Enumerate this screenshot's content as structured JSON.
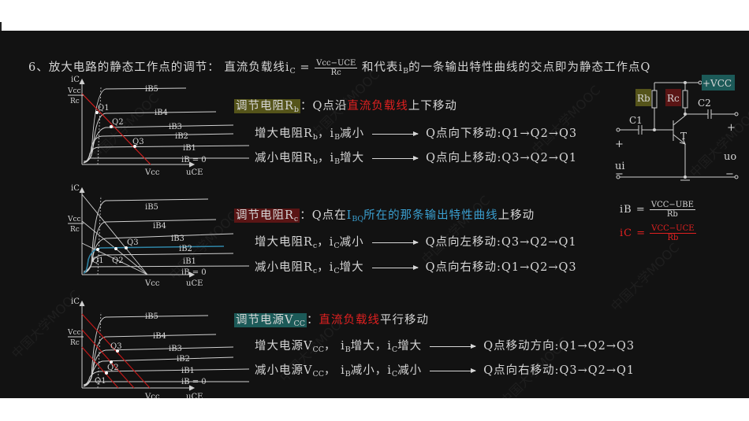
{
  "title": {
    "prefix": "6、放大电路的静态工作点的调节：  直流负载线",
    "ic_symbol": "i",
    "ic_sub": "C",
    "eq": " = ",
    "frac_num": "Vcc−UCE",
    "frac_den": "Rc",
    "mid": " 和代表",
    "ib_symbol": "i",
    "ib_sub": "B",
    "suffix": "的一条输出特性曲线的交点即为静态工作点Q"
  },
  "sections": [
    {
      "tag_text": "调节电阻R",
      "tag_sub": "b",
      "tag_color": "#55541a",
      "desc_prefix": "：Q点沿",
      "desc_highlight": "直流负载线",
      "desc_highlight_color": "#e02020",
      "desc_suffix": "上下移动",
      "rows": [
        {
          "cause": "增大电阻R",
          "cause_sub": "b",
          "cause_mid": "，i",
          "cause_mid_sub": "B",
          "cause_end": "减小",
          "effect": "Q点向下移动:",
          "sequence": "Q1→Q2→Q3"
        },
        {
          "cause": "减小电阻R",
          "cause_sub": "b",
          "cause_mid": "，i",
          "cause_mid_sub": "B",
          "cause_end": "增大",
          "effect": "Q点向上移动:",
          "sequence": "Q3→Q2→Q1"
        }
      ]
    },
    {
      "tag_text": "调节电阻R",
      "tag_sub": "c",
      "tag_color": "#5a1515",
      "desc_prefix": "：Q点在",
      "desc_highlight": "I",
      "desc_highlight_sub": "BQ",
      "desc_highlight2": "所在的那条输出特性曲线",
      "desc_highlight_color": "#3a9fd0",
      "desc_suffix": "上移动",
      "rows": [
        {
          "cause": "增大电阻R",
          "cause_sub": "c",
          "cause_mid": "，i",
          "cause_mid_sub": "C",
          "cause_end": "减小",
          "effect": "Q点向左移动:",
          "sequence": "Q3→Q2→Q1"
        },
        {
          "cause": "减小电阻R",
          "cause_sub": "c",
          "cause_mid": "，i",
          "cause_mid_sub": "C",
          "cause_end": "增大",
          "effect": "Q点向右移动:",
          "sequence": "Q1→Q2→Q3"
        }
      ]
    },
    {
      "tag_text": "调节电源V",
      "tag_sub": "CC",
      "tag_color": "#1c5a58",
      "desc_prefix": "：",
      "desc_highlight": "直流负载线",
      "desc_highlight_color": "#e02020",
      "desc_suffix": "平行移动",
      "rows": [
        {
          "cause": "增大电源V",
          "cause_sub": "CC",
          "cause_mid": "， i",
          "cause_mid_sub": "B",
          "cause_end": "增大，i",
          "cause_end_sub": "C",
          "cause_end2": "增大",
          "effect": "Q点移动方向:",
          "sequence": "Q1→Q2→Q3"
        },
        {
          "cause": "减小电源V",
          "cause_sub": "CC",
          "cause_mid": "， i",
          "cause_mid_sub": "B",
          "cause_end": "减小，i",
          "cause_end_sub": "C",
          "cause_end2": "减小",
          "effect": "Q点向右移动:",
          "sequence": "Q3→Q2→Q1"
        }
      ]
    }
  ],
  "charts": {
    "axis_y": "iC",
    "axis_x": "uCE",
    "y_intercept_num": "Vcc",
    "y_intercept_den": "Rc",
    "x_intercept": "Vcc",
    "curves": [
      "iB5",
      "iB4",
      "iB3",
      "iB2",
      "iB1",
      "iB = 0"
    ],
    "q_points": [
      "Q1",
      "Q2",
      "Q3"
    ]
  },
  "circuit": {
    "vcc_label": "+VCC",
    "vcc_color": "#1c5a58",
    "rb_label": "Rb",
    "rb_color": "#55541a",
    "rc_label": "Rc",
    "rc_color": "#5a1515",
    "c1_label": "C1",
    "c2_label": "C2",
    "transistor_label": "T",
    "input_label": "ui",
    "output_label": "uo",
    "plus": "+",
    "minus": "−"
  },
  "formulas": {
    "ib_lhs": "iB =",
    "ib_num": "VCC−UBE",
    "ib_den": "Rb",
    "ic_lhs": "iC =",
    "ic_num": "VCC−UCE",
    "ic_den": "Rb",
    "ic_color": "#e02020"
  },
  "watermark": "中国大学MOOC"
}
